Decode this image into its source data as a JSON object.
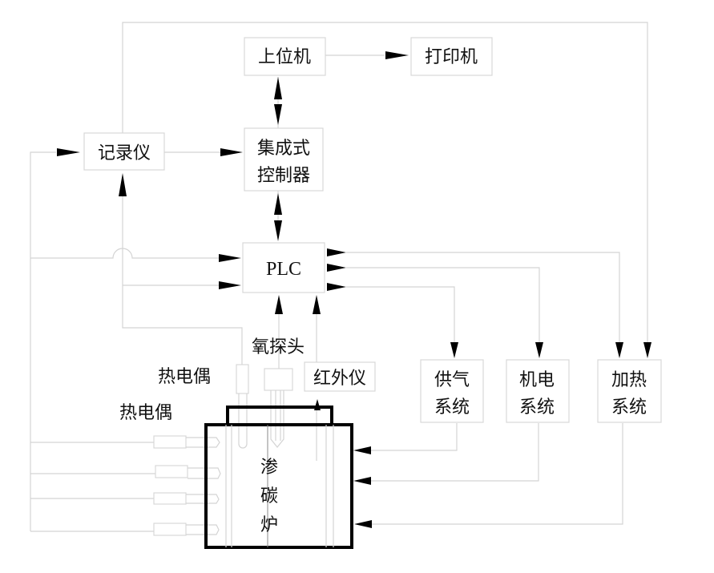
{
  "diagram": {
    "nodes": {
      "host": "上位机",
      "printer": "打印机",
      "recorder": "记录仪",
      "controller_line1": "集成式",
      "controller_line2": "控制器",
      "plc": "PLC",
      "oxygen_probe": "氧探头",
      "thermocouple_top": "热电偶",
      "thermocouple_side": "热电偶",
      "infrared": "红外仪",
      "gas_line1": "供气",
      "gas_line2": "系统",
      "electromech_line1": "机电",
      "electromech_line2": "系统",
      "heating_line1": "加热",
      "heating_line2": "系统",
      "furnace_c1": "渗",
      "furnace_c2": "碳",
      "furnace_c3": "炉"
    },
    "edges": [
      {
        "from": "上位机",
        "to": "打印机",
        "type": "one-way"
      },
      {
        "from": "上位机",
        "to": "集成式控制器",
        "type": "two-way"
      },
      {
        "from": "记录仪",
        "to": "集成式控制器",
        "type": "one-way"
      },
      {
        "from": "集成式控制器",
        "to": "PLC",
        "type": "two-way"
      },
      {
        "from": "记录仪",
        "to": "加热系统",
        "type": "one-way"
      },
      {
        "from": "热电偶",
        "to": "记录仪",
        "type": "one-way"
      },
      {
        "from": "热电偶",
        "to": "PLC",
        "type": "one-way"
      },
      {
        "from": "氧探头",
        "to": "PLC",
        "type": "one-way"
      },
      {
        "from": "红外仪",
        "to": "PLC",
        "type": "one-way"
      },
      {
        "from": "PLC",
        "to": "供气系统",
        "type": "two-way"
      },
      {
        "from": "PLC",
        "to": "机电系统",
        "type": "two-way"
      },
      {
        "from": "PLC",
        "to": "加热系统",
        "type": "two-way"
      },
      {
        "from": "供气系统",
        "to": "渗碳炉",
        "type": "one-way"
      },
      {
        "from": "机电系统",
        "to": "渗碳炉",
        "type": "one-way"
      },
      {
        "from": "加热系统",
        "to": "渗碳炉",
        "type": "one-way"
      }
    ]
  }
}
